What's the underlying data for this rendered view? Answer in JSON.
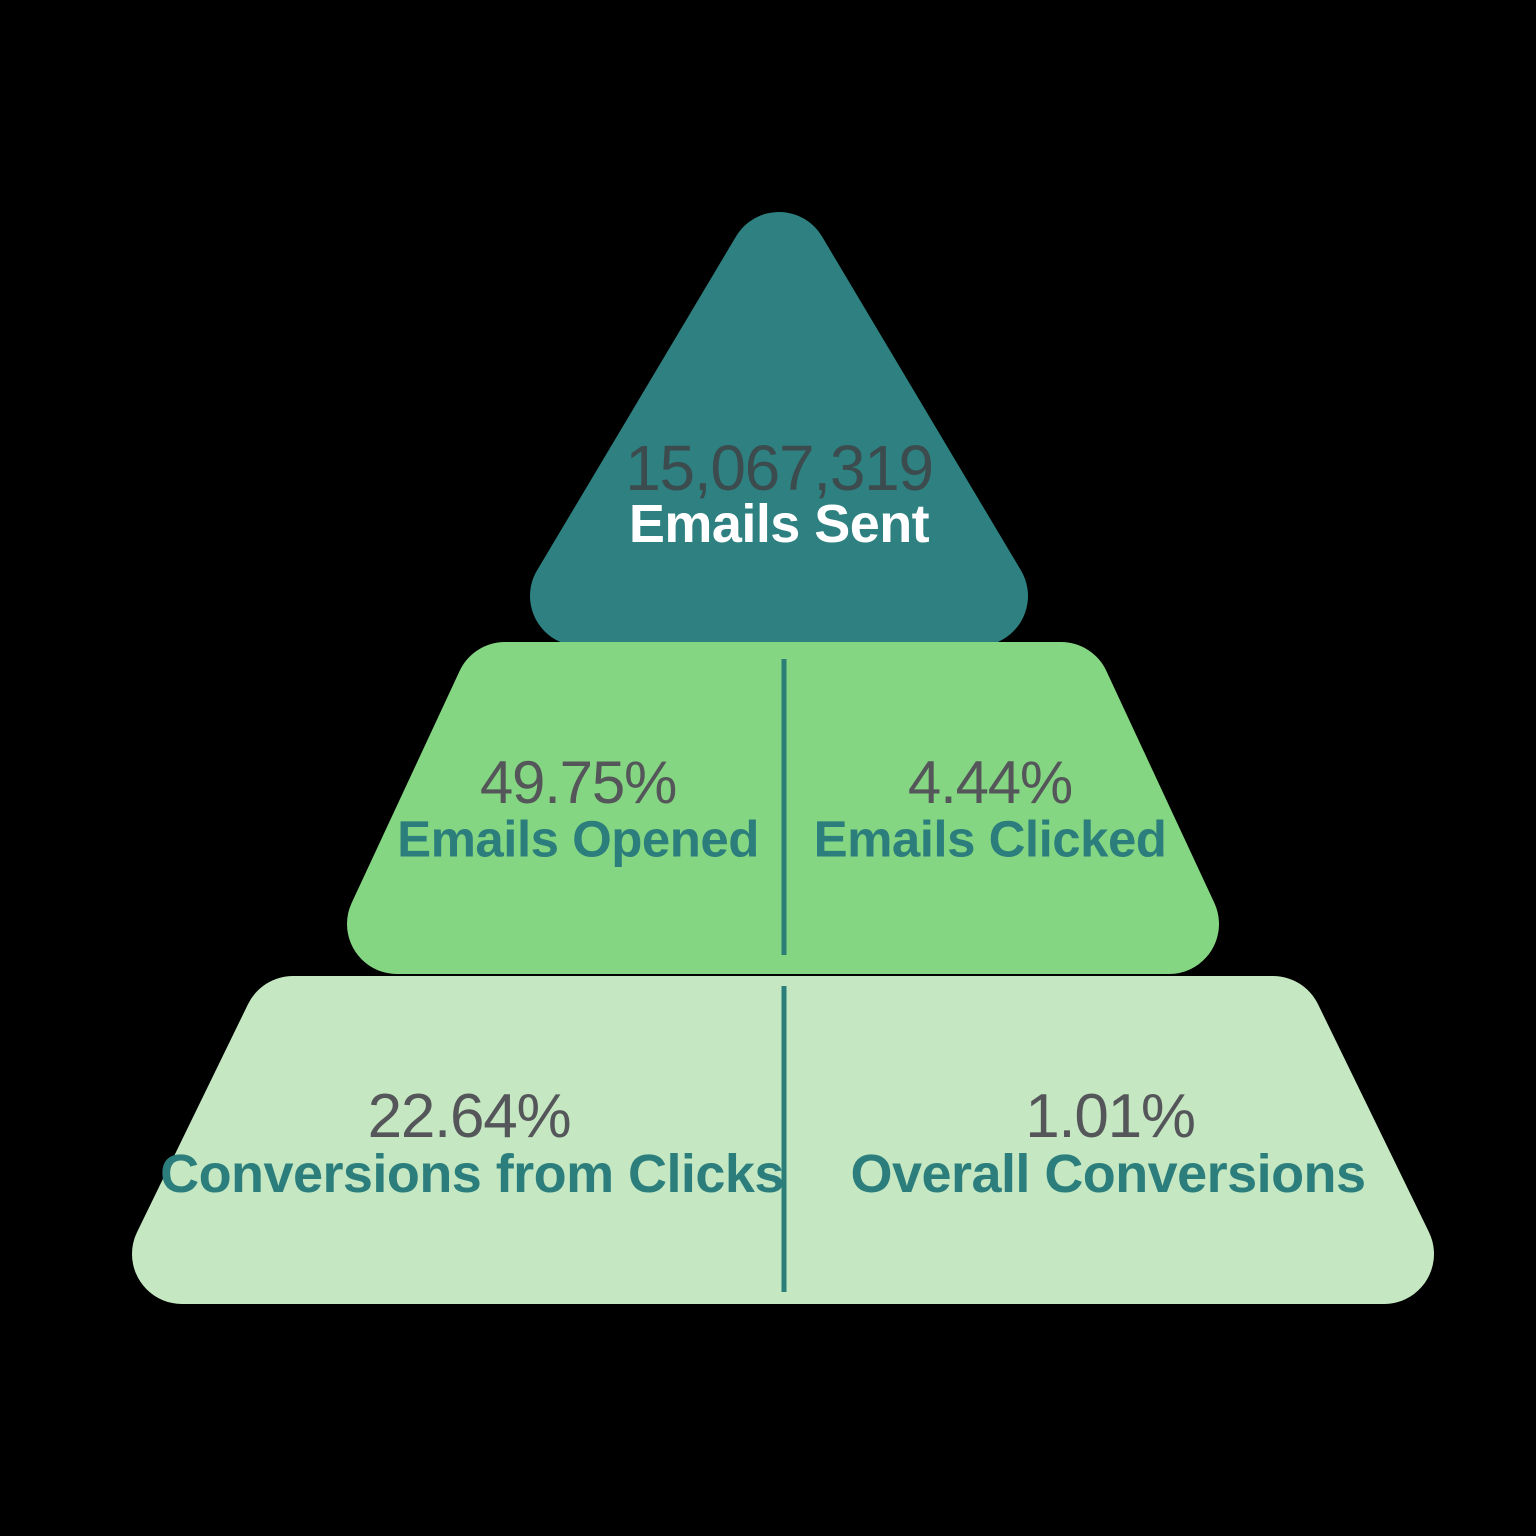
{
  "title": "Email Funnel Pyramid Infographic",
  "pyramid": {
    "top": {
      "value": "15,067,319",
      "label": "Emails Sent"
    },
    "middle_left": {
      "value": "49.75%",
      "label": "Emails Opened"
    },
    "middle_right": {
      "value": "4.44%",
      "label": "Emails Clicked"
    },
    "bottom_left": {
      "value": "22.64%",
      "label": "Conversions from Clicks"
    },
    "bottom_right": {
      "value": "1.01%",
      "label": "Overall Conversions"
    },
    "colors": {
      "tier1_teal": "#2E8180",
      "tier2_green": "#85D682",
      "tier3_light_green": "#C5E8C2",
      "divider_teal": "#2B7F78",
      "value_charcoal": "#55565A",
      "value_on_teal": "#3C4C4E",
      "label_teal": "#2C7E7D",
      "label_white": "#FFFFFF",
      "background": "#000000"
    }
  },
  "chart_data": {
    "type": "funnel",
    "title": "Email Funnel Pyramid",
    "stages": [
      {
        "tier": 1,
        "position": "top",
        "label": "Emails Sent",
        "value": 15067319,
        "display": "15,067,319"
      },
      {
        "tier": 2,
        "position": "left",
        "label": "Emails Opened",
        "value": 49.75,
        "unit": "%",
        "display": "49.75%"
      },
      {
        "tier": 2,
        "position": "right",
        "label": "Emails Clicked",
        "value": 4.44,
        "unit": "%",
        "display": "4.44%"
      },
      {
        "tier": 3,
        "position": "left",
        "label": "Conversions from Clicks",
        "value": 22.64,
        "unit": "%",
        "display": "22.64%"
      },
      {
        "tier": 3,
        "position": "right",
        "label": "Overall Conversions",
        "value": 1.01,
        "unit": "%",
        "display": "1.01%"
      }
    ],
    "layout_hints": {
      "shape": "three-tier pyramid, rounded corners",
      "tier2_split": "vertical divider at center",
      "tier3_split": "vertical divider at center",
      "legend": "none",
      "axes": "none"
    }
  }
}
